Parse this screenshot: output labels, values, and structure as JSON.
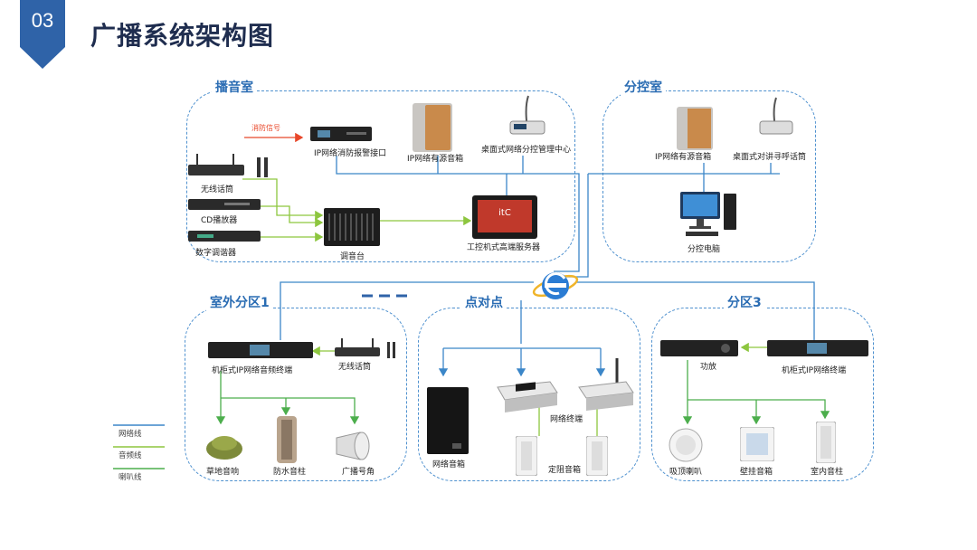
{
  "header": {
    "number": "03",
    "title": "广播系统架构图"
  },
  "regions": {
    "broadcast_room": "播音室",
    "control_room": "分控室",
    "outdoor_zone1": "室外分区1",
    "p2p": "点对点",
    "zone3": "分区3"
  },
  "devices": {
    "fire_signal": "消防信号",
    "ip_fire_alarm": "IP网络消防报警接口",
    "ip_active_speaker": "IP网络有源音箱",
    "desktop_manager": "桌面式网络分控管理中心",
    "wireless_mic": "无线话筒",
    "cd_player": "CD播放器",
    "digital_tuner": "数字调谐器",
    "mixer": "调音台",
    "server": "工控机式高端服务器",
    "ctrl_active_speaker": "IP网络有源音箱",
    "intercom_mic": "桌面式对讲寻呼话筒",
    "control_pc": "分控电脑",
    "rack_terminal": "机柜式IP网络音频终端",
    "wireless_mic2": "无线话筒",
    "lawn_speaker": "草地音响",
    "waterproof_column": "防水音柱",
    "horn": "广播号角",
    "net_speaker": "网络音箱",
    "net_terminal": "网络终端",
    "fixed_speaker": "定阻音箱",
    "amplifier": "功放",
    "rack_ip_terminal": "机柜式IP网络终端",
    "ceiling_speaker": "吸顶喇叭",
    "wall_speaker": "壁挂音箱",
    "indoor_column": "室内音柱"
  },
  "legend": [
    "网络线",
    "音频线",
    "喇叭线"
  ],
  "colors": {
    "network": "#3b86c8",
    "audio": "#8dc63f",
    "speaker": "#4cae4c",
    "fire": "#e8472a",
    "region": "#4f91cf",
    "title": "#2a6cb3"
  }
}
